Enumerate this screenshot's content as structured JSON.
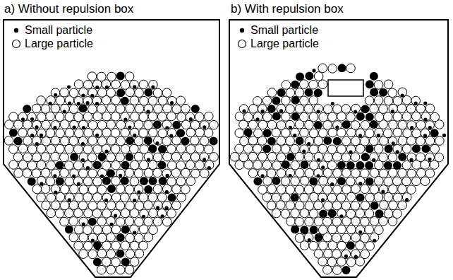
{
  "diagram": {
    "labels": [
      "a) Without repulsion box",
      "b) With repulsion box"
    ],
    "legend": [
      {
        "text": "Small particle"
      },
      {
        "text": "Large particle"
      },
      {
        "text": "Small particle"
      },
      {
        "text": "Large particle"
      }
    ]
  }
}
